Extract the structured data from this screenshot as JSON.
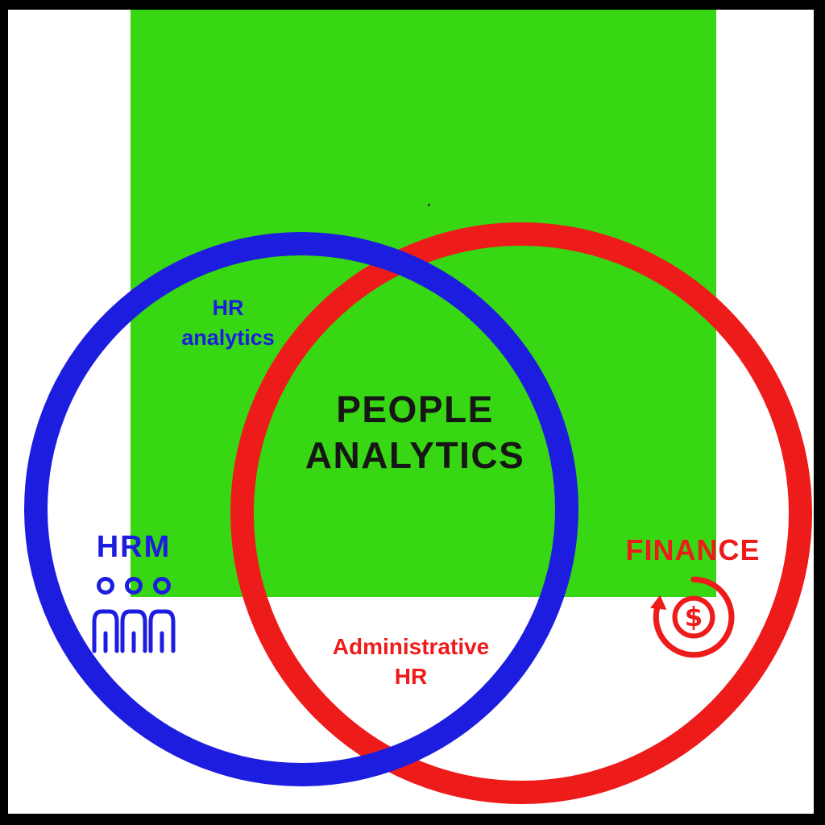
{
  "venn": {
    "center_label": "PEOPLE ANALYTICS",
    "background_rect_color": "#37d713",
    "left": {
      "name": "HRM",
      "region_label": "HR analytics",
      "color": "#1d1de0",
      "icon": "people-icon"
    },
    "right": {
      "name": "FINANCE",
      "region_label": "Administrative HR",
      "color": "#ee1b1b",
      "icon": "dollar-coin-icon"
    },
    "text_color": "#161616"
  }
}
